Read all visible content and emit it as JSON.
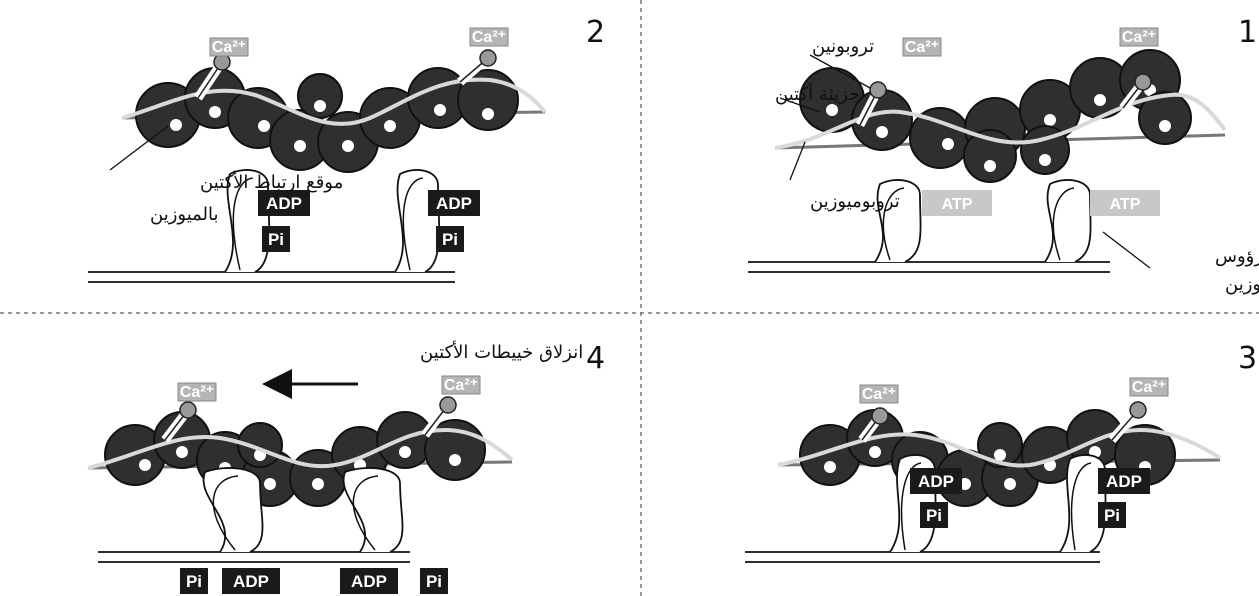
{
  "panels": [
    {
      "number": "1"
    },
    {
      "number": "2"
    },
    {
      "number": "3"
    },
    {
      "number": "4"
    }
  ],
  "labels": {
    "troponin": "تروبونين",
    "actin_molecule": "جزيئة أكتين",
    "tropomyosin": "تروبوميوزين",
    "myosin_heads_line1": "رؤوس",
    "myosin_heads_line2": "الميوزين",
    "binding_site_line1": "موقع ارتباط الأكتين",
    "binding_site_line2": "بالميوزين",
    "sliding": "انزلاق خييطات الأكتين"
  },
  "molecules": {
    "calcium": "Ca²⁺",
    "atp": "ATP",
    "adp": "ADP",
    "pi": "Pi"
  },
  "colors": {
    "actin_bead": "#2f2f2f",
    "tropomyosin_line": "#d9d9d9",
    "label_box": "#1a1a1a",
    "atp_box": "#c8c8c8",
    "ca_box": "#b5b5b5"
  }
}
